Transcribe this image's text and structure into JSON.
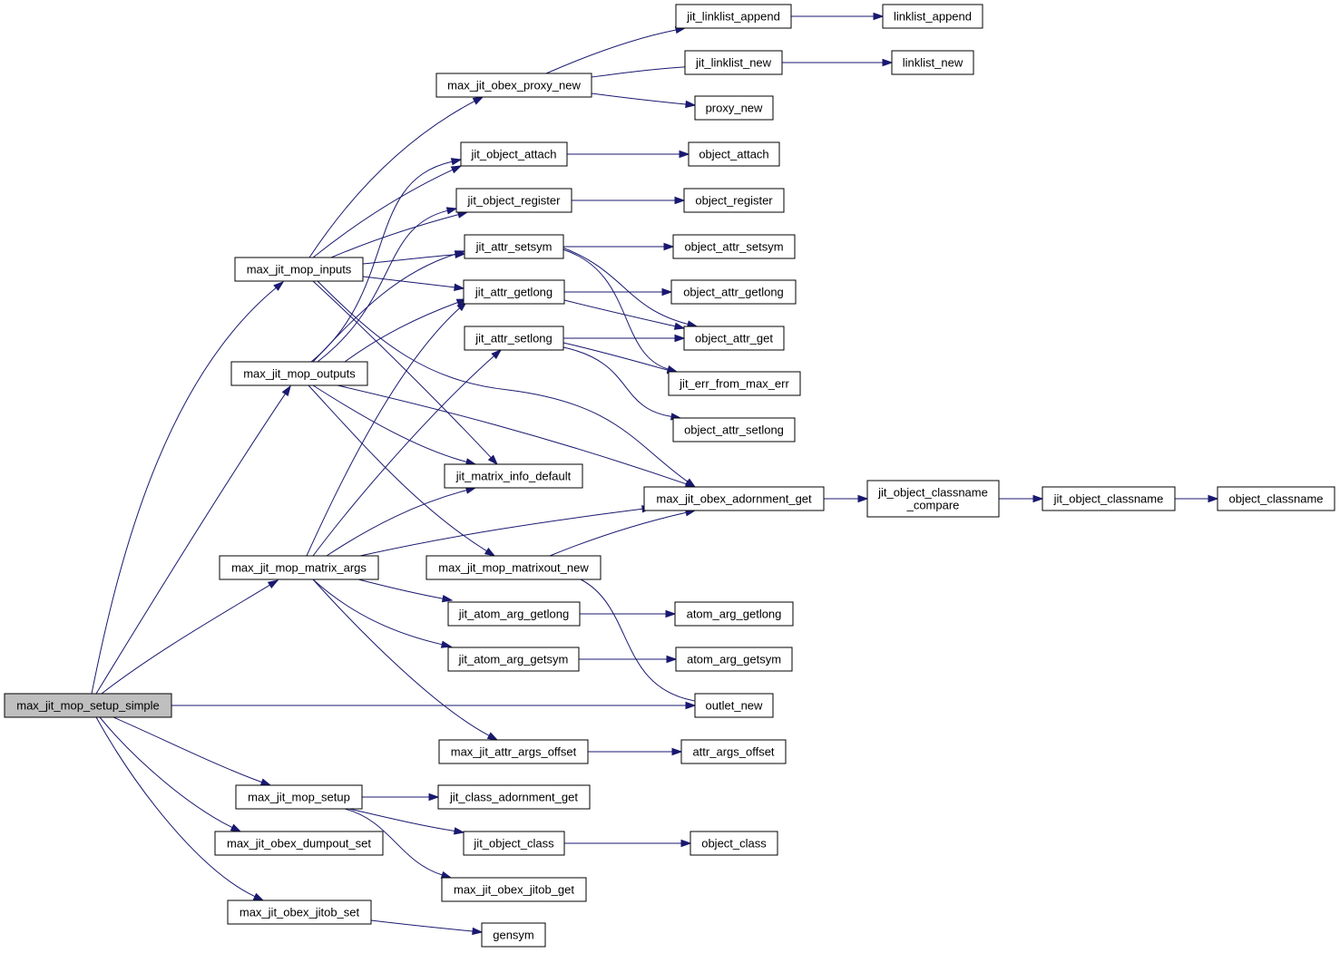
{
  "nodes": [
    {
      "id": "max_jit_mop_setup_simple",
      "label": [
        "max_jit_mop_setup_simple"
      ],
      "root": true
    },
    {
      "id": "max_jit_mop_inputs",
      "label": [
        "max_jit_mop_inputs"
      ]
    },
    {
      "id": "max_jit_mop_outputs",
      "label": [
        "max_jit_mop_outputs"
      ]
    },
    {
      "id": "max_jit_mop_matrix_args",
      "label": [
        "max_jit_mop_matrix_args"
      ]
    },
    {
      "id": "max_jit_mop_setup",
      "label": [
        "max_jit_mop_setup"
      ]
    },
    {
      "id": "max_jit_obex_dumpout_set",
      "label": [
        "max_jit_obex_dumpout_set"
      ]
    },
    {
      "id": "max_jit_obex_jitob_set",
      "label": [
        "max_jit_obex_jitob_set"
      ]
    },
    {
      "id": "max_jit_obex_proxy_new",
      "label": [
        "max_jit_obex_proxy_new"
      ]
    },
    {
      "id": "jit_object_attach",
      "label": [
        "jit_object_attach"
      ]
    },
    {
      "id": "jit_object_register",
      "label": [
        "jit_object_register"
      ]
    },
    {
      "id": "jit_attr_setsym",
      "label": [
        "jit_attr_setsym"
      ]
    },
    {
      "id": "jit_attr_getlong",
      "label": [
        "jit_attr_getlong"
      ]
    },
    {
      "id": "jit_attr_setlong",
      "label": [
        "jit_attr_setlong"
      ]
    },
    {
      "id": "jit_matrix_info_default",
      "label": [
        "jit_matrix_info_default"
      ]
    },
    {
      "id": "max_jit_mop_matrixout_new",
      "label": [
        "max_jit_mop_matrixout_new"
      ]
    },
    {
      "id": "jit_atom_arg_getlong",
      "label": [
        "jit_atom_arg_getlong"
      ]
    },
    {
      "id": "jit_atom_arg_getsym",
      "label": [
        "jit_atom_arg_getsym"
      ]
    },
    {
      "id": "max_jit_attr_args_offset",
      "label": [
        "max_jit_attr_args_offset"
      ]
    },
    {
      "id": "jit_class_adornment_get",
      "label": [
        "jit_class_adornment_get"
      ]
    },
    {
      "id": "jit_object_class",
      "label": [
        "jit_object_class"
      ]
    },
    {
      "id": "max_jit_obex_jitob_get",
      "label": [
        "max_jit_obex_jitob_get"
      ]
    },
    {
      "id": "gensym",
      "label": [
        "gensym"
      ]
    },
    {
      "id": "jit_linklist_append",
      "label": [
        "jit_linklist_append"
      ]
    },
    {
      "id": "jit_linklist_new",
      "label": [
        "jit_linklist_new"
      ]
    },
    {
      "id": "proxy_new",
      "label": [
        "proxy_new"
      ]
    },
    {
      "id": "object_attach",
      "label": [
        "object_attach"
      ]
    },
    {
      "id": "object_register",
      "label": [
        "object_register"
      ]
    },
    {
      "id": "object_attr_setsym",
      "label": [
        "object_attr_setsym"
      ]
    },
    {
      "id": "object_attr_getlong",
      "label": [
        "object_attr_getlong"
      ]
    },
    {
      "id": "object_attr_get",
      "label": [
        "object_attr_get"
      ]
    },
    {
      "id": "jit_err_from_max_err",
      "label": [
        "jit_err_from_max_err"
      ]
    },
    {
      "id": "object_attr_setlong",
      "label": [
        "object_attr_setlong"
      ]
    },
    {
      "id": "max_jit_obex_adornment_get",
      "label": [
        "max_jit_obex_adornment_get"
      ]
    },
    {
      "id": "atom_arg_getlong",
      "label": [
        "atom_arg_getlong"
      ]
    },
    {
      "id": "atom_arg_getsym",
      "label": [
        "atom_arg_getsym"
      ]
    },
    {
      "id": "outlet_new",
      "label": [
        "outlet_new"
      ]
    },
    {
      "id": "attr_args_offset",
      "label": [
        "attr_args_offset"
      ]
    },
    {
      "id": "object_class",
      "label": [
        "object_class"
      ]
    },
    {
      "id": "linklist_append",
      "label": [
        "linklist_append"
      ]
    },
    {
      "id": "linklist_new",
      "label": [
        "linklist_new"
      ]
    },
    {
      "id": "jit_object_classname_compare",
      "label": [
        "jit_object_classname",
        "_compare"
      ]
    },
    {
      "id": "jit_object_classname",
      "label": [
        "jit_object_classname"
      ]
    },
    {
      "id": "object_classname",
      "label": [
        "object_classname"
      ]
    }
  ],
  "edges": [
    [
      "max_jit_mop_setup_simple",
      "max_jit_mop_inputs"
    ],
    [
      "max_jit_mop_setup_simple",
      "max_jit_mop_outputs"
    ],
    [
      "max_jit_mop_setup_simple",
      "max_jit_mop_matrix_args"
    ],
    [
      "max_jit_mop_setup_simple",
      "outlet_new"
    ],
    [
      "max_jit_mop_setup_simple",
      "max_jit_mop_setup"
    ],
    [
      "max_jit_mop_setup_simple",
      "max_jit_obex_dumpout_set"
    ],
    [
      "max_jit_mop_setup_simple",
      "max_jit_obex_jitob_set"
    ],
    [
      "max_jit_mop_inputs",
      "max_jit_obex_proxy_new"
    ],
    [
      "max_jit_mop_inputs",
      "jit_object_attach"
    ],
    [
      "max_jit_mop_inputs",
      "jit_object_register"
    ],
    [
      "max_jit_mop_inputs",
      "jit_attr_setsym"
    ],
    [
      "max_jit_mop_inputs",
      "jit_attr_getlong"
    ],
    [
      "max_jit_mop_inputs",
      "jit_matrix_info_default"
    ],
    [
      "max_jit_mop_inputs",
      "max_jit_obex_adornment_get"
    ],
    [
      "max_jit_mop_outputs",
      "jit_object_attach"
    ],
    [
      "max_jit_mop_outputs",
      "jit_object_register"
    ],
    [
      "max_jit_mop_outputs",
      "jit_attr_setsym"
    ],
    [
      "max_jit_mop_outputs",
      "jit_attr_getlong"
    ],
    [
      "max_jit_mop_outputs",
      "jit_matrix_info_default"
    ],
    [
      "max_jit_mop_outputs",
      "max_jit_obex_adornment_get"
    ],
    [
      "max_jit_mop_outputs",
      "max_jit_mop_matrixout_new"
    ],
    [
      "max_jit_mop_matrix_args",
      "jit_attr_getlong"
    ],
    [
      "max_jit_mop_matrix_args",
      "jit_attr_setlong"
    ],
    [
      "max_jit_mop_matrix_args",
      "jit_matrix_info_default"
    ],
    [
      "max_jit_mop_matrix_args",
      "max_jit_obex_adornment_get"
    ],
    [
      "max_jit_mop_matrix_args",
      "jit_atom_arg_getlong"
    ],
    [
      "max_jit_mop_matrix_args",
      "jit_atom_arg_getsym"
    ],
    [
      "max_jit_mop_matrix_args",
      "max_jit_attr_args_offset"
    ],
    [
      "max_jit_mop_setup",
      "jit_class_adornment_get"
    ],
    [
      "max_jit_mop_setup",
      "jit_object_class"
    ],
    [
      "max_jit_mop_setup",
      "max_jit_obex_jitob_get"
    ],
    [
      "max_jit_obex_jitob_set",
      "gensym"
    ],
    [
      "max_jit_obex_proxy_new",
      "jit_linklist_append"
    ],
    [
      "max_jit_obex_proxy_new",
      "jit_linklist_new"
    ],
    [
      "max_jit_obex_proxy_new",
      "proxy_new"
    ],
    [
      "jit_linklist_append",
      "linklist_append"
    ],
    [
      "jit_linklist_new",
      "linklist_new"
    ],
    [
      "jit_object_attach",
      "object_attach"
    ],
    [
      "jit_object_register",
      "object_register"
    ],
    [
      "jit_attr_setsym",
      "object_attr_setsym"
    ],
    [
      "jit_attr_setsym",
      "object_attr_get"
    ],
    [
      "jit_attr_setsym",
      "jit_err_from_max_err"
    ],
    [
      "jit_attr_getlong",
      "object_attr_getlong"
    ],
    [
      "jit_attr_getlong",
      "object_attr_get"
    ],
    [
      "jit_attr_setlong",
      "object_attr_get"
    ],
    [
      "jit_attr_setlong",
      "jit_err_from_max_err"
    ],
    [
      "jit_attr_setlong",
      "object_attr_setlong"
    ],
    [
      "max_jit_mop_matrixout_new",
      "max_jit_obex_adornment_get"
    ],
    [
      "max_jit_mop_matrixout_new",
      "outlet_new"
    ],
    [
      "max_jit_obex_adornment_get",
      "jit_object_classname_compare"
    ],
    [
      "jit_object_classname_compare",
      "jit_object_classname"
    ],
    [
      "jit_object_classname",
      "object_classname"
    ],
    [
      "jit_atom_arg_getlong",
      "atom_arg_getlong"
    ],
    [
      "jit_atom_arg_getsym",
      "atom_arg_getsym"
    ],
    [
      "max_jit_attr_args_offset",
      "attr_args_offset"
    ],
    [
      "jit_object_class",
      "object_class"
    ]
  ],
  "colors": {
    "edge": "#191970",
    "node_fill": "#ffffff",
    "root_fill": "#bfbfbf",
    "border": "#000000"
  }
}
